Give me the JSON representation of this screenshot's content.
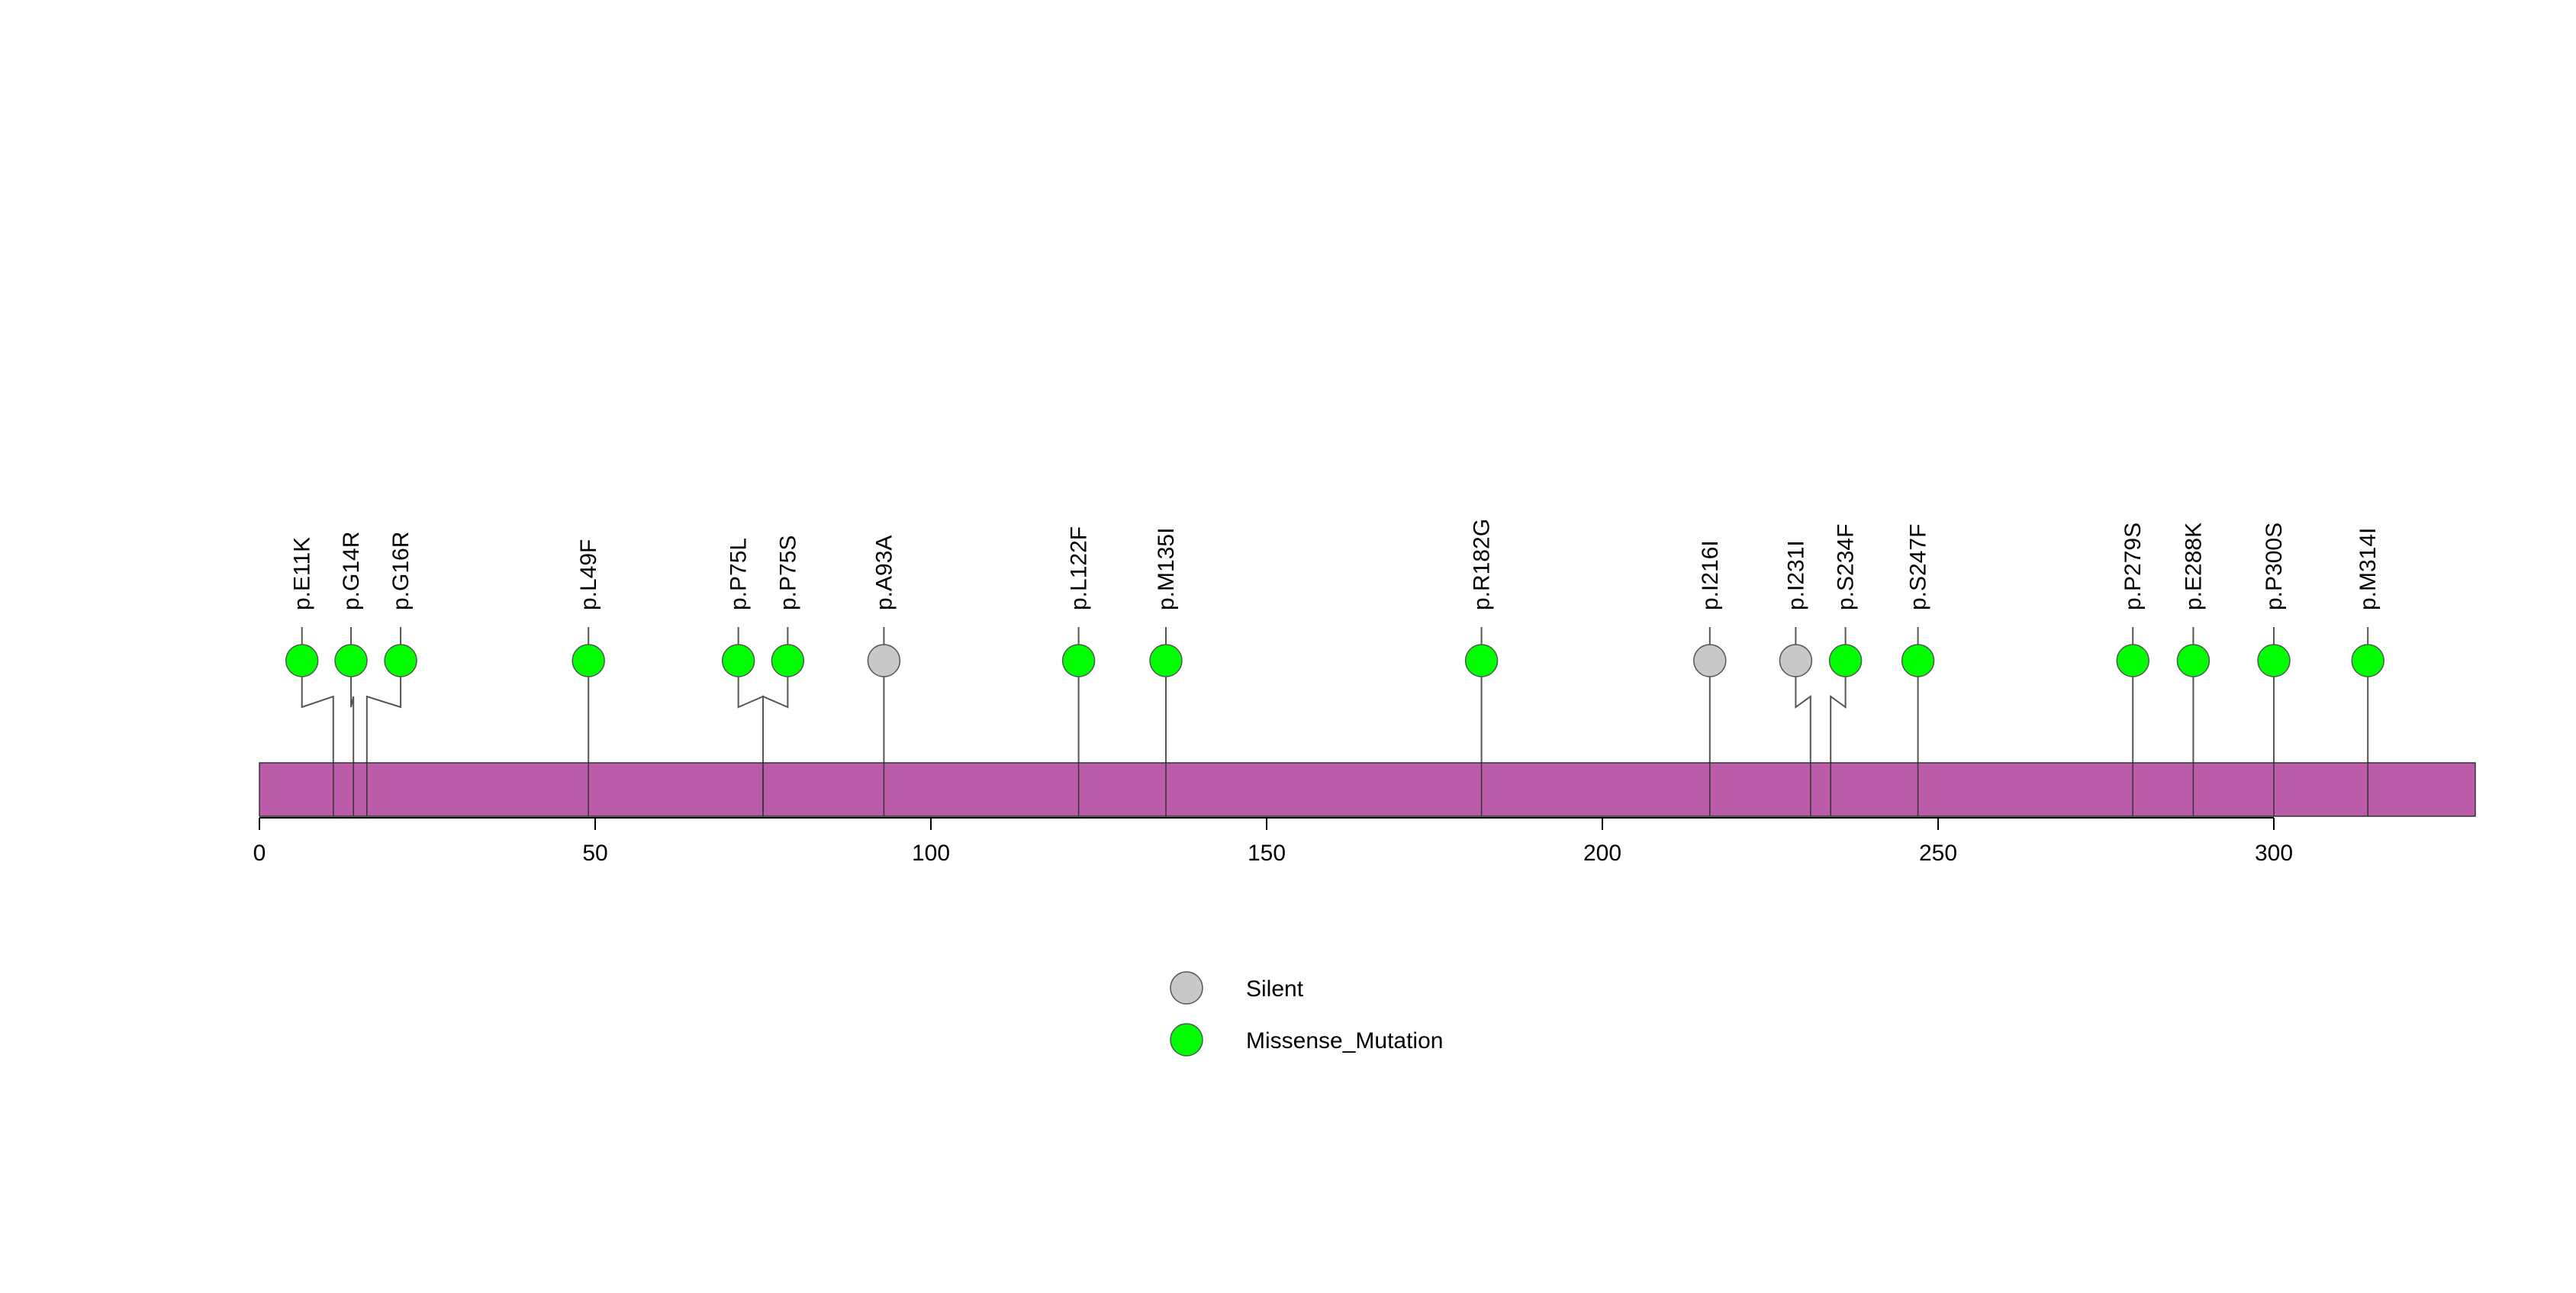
{
  "chart_data": {
    "type": "lollipop",
    "xlim": [
      0,
      330
    ],
    "x_ticks": [
      0,
      50,
      100,
      150,
      200,
      250,
      300
    ],
    "colors": {
      "protein_bar": "#BA5CA9",
      "Silent": "#C8C8C8",
      "Missense_Mutation": "#00FF00",
      "stem": "#555555"
    },
    "mutations": [
      {
        "label": "p.E11K",
        "position": 11,
        "type": "Missense_Mutation"
      },
      {
        "label": "p.G14R",
        "position": 14,
        "type": "Missense_Mutation"
      },
      {
        "label": "p.G16R",
        "position": 16,
        "type": "Missense_Mutation"
      },
      {
        "label": "p.L49F",
        "position": 49,
        "type": "Missense_Mutation"
      },
      {
        "label": "p.P75L",
        "position": 75,
        "type": "Missense_Mutation"
      },
      {
        "label": "p.P75S",
        "position": 75,
        "type": "Missense_Mutation"
      },
      {
        "label": "p.A93A",
        "position": 93,
        "type": "Silent"
      },
      {
        "label": "p.L122F",
        "position": 122,
        "type": "Missense_Mutation"
      },
      {
        "label": "p.M135I",
        "position": 135,
        "type": "Missense_Mutation"
      },
      {
        "label": "p.R182G",
        "position": 182,
        "type": "Missense_Mutation"
      },
      {
        "label": "p.I216I",
        "position": 216,
        "type": "Silent"
      },
      {
        "label": "p.I231I",
        "position": 231,
        "type": "Silent"
      },
      {
        "label": "p.S234F",
        "position": 234,
        "type": "Missense_Mutation"
      },
      {
        "label": "p.S247F",
        "position": 247,
        "type": "Missense_Mutation"
      },
      {
        "label": "p.P279S",
        "position": 279,
        "type": "Missense_Mutation"
      },
      {
        "label": "p.E288K",
        "position": 288,
        "type": "Missense_Mutation"
      },
      {
        "label": "p.P300S",
        "position": 300,
        "type": "Missense_Mutation"
      },
      {
        "label": "p.M314I",
        "position": 314,
        "type": "Missense_Mutation"
      }
    ],
    "legend": [
      {
        "label": "Silent",
        "type": "Silent"
      },
      {
        "label": "Missense_Mutation",
        "type": "Missense_Mutation"
      }
    ]
  }
}
